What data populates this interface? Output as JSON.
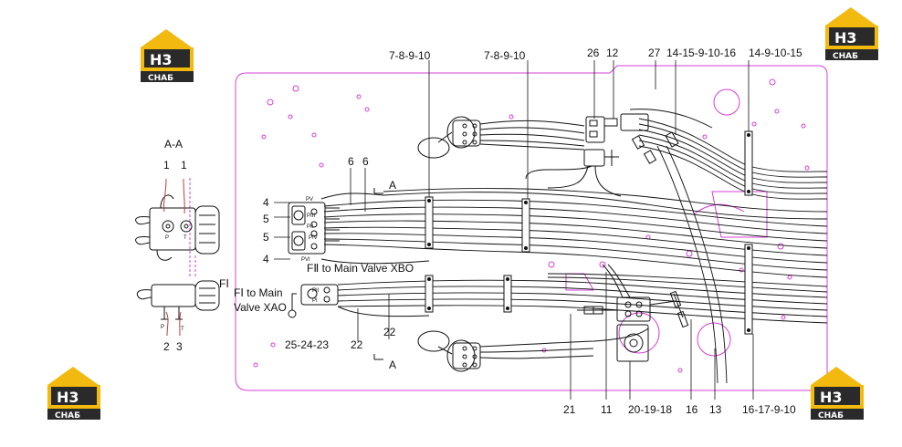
{
  "logos": [
    {
      "mark": "H3",
      "caption": "CHAБ",
      "brand_color": "#f2b90f",
      "dark_color": "#2a2a2a"
    }
  ],
  "section_label": "A-A",
  "section_marker": "A",
  "callouts": {
    "top": [
      "7-8-9-10",
      "7-8-9-10",
      "26",
      "12",
      "27",
      "14-15-9-10-16",
      "14-9-10-15"
    ],
    "bottom": [
      "21",
      "11",
      "20-19-18",
      "16",
      "13",
      "16-17-9-10"
    ],
    "left_a": [
      "1",
      "1"
    ],
    "left_b": [
      "2",
      "3"
    ],
    "valve": [
      "4",
      "5",
      "5",
      "4",
      "6",
      "6",
      "22",
      "22",
      "25-24-23"
    ]
  },
  "port_labels": [
    "P",
    "T",
    "P",
    "T",
    "PV",
    "PIII",
    "PII",
    "PVI",
    "PIV",
    "PI",
    "PII"
  ],
  "notes": {
    "f2": "FⅡ to Main Valve XBO",
    "f1_line1": "FⅠ to Main",
    "f1_line2": "Valve XAO",
    "fi": "FⅠ"
  },
  "colors": {
    "frame": "#d640d6",
    "lines": "#111111",
    "brace": "#c23a3a"
  }
}
